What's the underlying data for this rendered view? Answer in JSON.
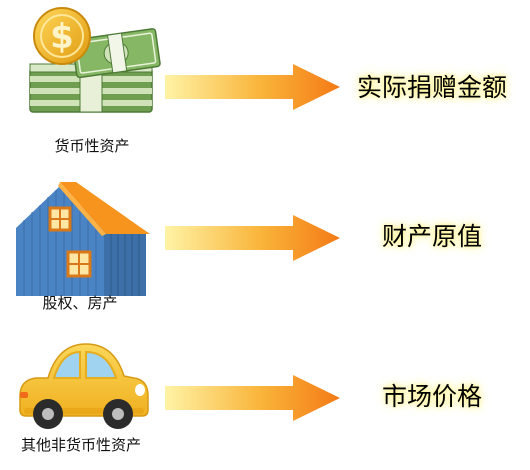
{
  "rows": [
    {
      "caption": "货币性资产",
      "result": "实际捐赠金额",
      "icon": "money-icon"
    },
    {
      "caption": "股权、房产",
      "result": "财产原值",
      "icon": "house-icon"
    },
    {
      "caption": "其他非货币性资产",
      "result": "市场价格",
      "icon": "car-icon"
    }
  ],
  "colors": {
    "arrow_start": "#fff3a6",
    "arrow_end": "#f47a16",
    "money_green": "#7fae5e",
    "coin_gold": "#f2b21c",
    "house_blue": "#4a84c4",
    "roof_orange": "#f7941d",
    "car_yellow": "#f7c531"
  }
}
